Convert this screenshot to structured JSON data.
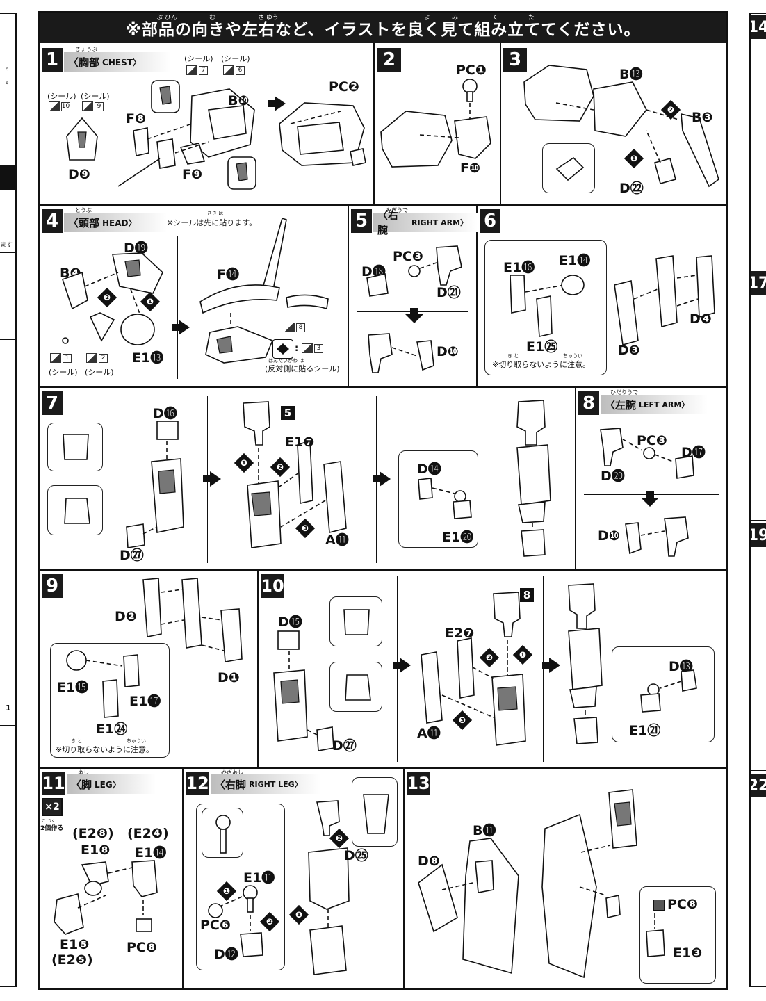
{
  "header": {
    "notice": "※部品の向きや左右など、イラストを良く見て組み立ててください。",
    "ruby": [
      "ぶ ひん",
      "む",
      "さ ゆう",
      "よ",
      "み",
      "く",
      "た"
    ]
  },
  "left_margin": {
    "texts": [
      "。",
      "。",
      "ます",
      "1"
    ]
  },
  "right_margin": {
    "step_numbers": [
      "14",
      "17",
      "19",
      "22"
    ]
  },
  "steps": [
    {
      "number": "1",
      "ruby": "きょうぶ",
      "label_jp": "〈胸部",
      "label_en": "CHEST〉",
      "parts": [
        "D❾",
        "F❽",
        "B❿",
        "F❾",
        "PC❷"
      ],
      "sticker_label": "(シール)",
      "stickers": [
        "10",
        "9",
        "7",
        "6"
      ]
    },
    {
      "number": "2",
      "parts": [
        "PC❶",
        "F❿"
      ]
    },
    {
      "number": "3",
      "parts": [
        "B⓭",
        "B❸",
        "D㉒"
      ],
      "order": [
        "❶",
        "❷"
      ]
    },
    {
      "number": "4",
      "ruby": "とうぶ",
      "label_jp": "〈頭部",
      "label_en": "HEAD〉",
      "note": "※シールは先に貼ります。",
      "note_ruby": "さき は",
      "parts": [
        "D⓳",
        "B❹",
        "E1⓭",
        "F⓮"
      ],
      "sticker_label": "(シール)",
      "stickers": [
        "1",
        "2",
        "8",
        "3"
      ],
      "reverse_note": "(反対側に貼るシール)",
      "reverse_ruby": "はんたいがわ は",
      "colon": ":"
    },
    {
      "number": "5",
      "ruby": "みぎうで",
      "label_jp": "〈右腕",
      "label_en": "RIGHT ARM〉",
      "parts": [
        "PC❸",
        "D⓲",
        "D㉑",
        "D❿"
      ]
    },
    {
      "number": "6",
      "parts": [
        "E1⓰",
        "E1⓮",
        "E1㉕",
        "D❸",
        "D❹"
      ],
      "caution": "※切り取らないように注意。",
      "caution_ruby": [
        "き と",
        "ちゅうい"
      ]
    },
    {
      "number": "7",
      "parts": [
        "D⓰",
        "D㉗",
        "E1❼",
        "A⓫",
        "D⓮",
        "E1⓴"
      ],
      "sub_ref": "5",
      "order": [
        "❶",
        "❷",
        "❸"
      ]
    },
    {
      "number": "8",
      "ruby": "ひだりうで",
      "label_jp": "〈左腕",
      "label_en": "LEFT ARM〉",
      "parts": [
        "PC❸",
        "D⓱",
        "D⓴",
        "D❿"
      ]
    },
    {
      "number": "9",
      "parts": [
        "D❷",
        "D❶",
        "E1⓯",
        "E1⓱",
        "E1㉔"
      ],
      "caution": "※切り取らないように注意。",
      "caution_ruby": [
        "き と",
        "ちゅうい"
      ]
    },
    {
      "number": "10",
      "parts": [
        "D⓯",
        "D㉗",
        "E2❼",
        "A⓫",
        "D⓭",
        "E1㉑"
      ],
      "sub_ref": "8",
      "order": [
        "❶",
        "❷",
        "❸"
      ]
    },
    {
      "number": "11",
      "ruby": "あし",
      "label_jp": "〈脚",
      "label_en": "LEG〉",
      "multiplier": "×2",
      "make_two": "2個作る",
      "make_two_ruby": "こ つく",
      "parts": [
        "(E2❽)",
        "(E2❹)",
        "E1❽",
        "E1⓮",
        "E1❺",
        "(E2❺)",
        "PC❽"
      ]
    },
    {
      "number": "12",
      "ruby": "みぎあし",
      "label_jp": "〈右脚",
      "label_en": "RIGHT LEG〉",
      "parts": [
        "E1⓫",
        "PC❻",
        "D⓬",
        "D㉕"
      ],
      "order": [
        "❶",
        "❷"
      ]
    },
    {
      "number": "13",
      "parts": [
        "B⓫",
        "D❽",
        "PC❽",
        "E1❸"
      ]
    }
  ]
}
